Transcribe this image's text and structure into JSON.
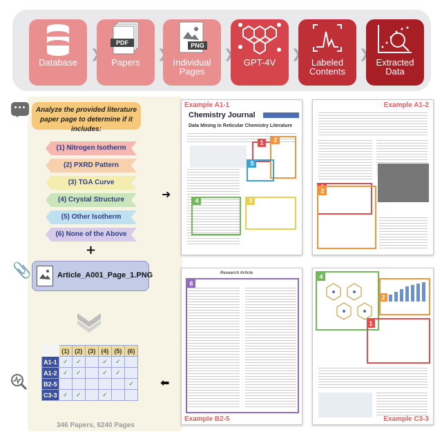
{
  "pipeline": {
    "steps": [
      {
        "label": "Database",
        "icon": "database-icon"
      },
      {
        "label": "Papers",
        "icon": "pdf-stack-icon"
      },
      {
        "label": "Individual\nPages",
        "icon": "png-page-icon"
      },
      {
        "label": "GPT-4V",
        "icon": "hexagon-network-icon"
      },
      {
        "label": "Labeled\nContents",
        "icon": "labeled-spectrum-icon"
      },
      {
        "label": "Extracted\nData",
        "icon": "magnify-chart-icon"
      }
    ],
    "pdf_badge": "PDF",
    "png_badge": "PNG"
  },
  "prompt": {
    "question": "Analyze the provided literature paper page to determine if it includes:",
    "options": [
      {
        "label": "(1) Nitrogen Isotherm",
        "color": "#f5b7b0"
      },
      {
        "label": "(2) PXRD Pattern",
        "color": "#f7d1ad"
      },
      {
        "label": "(3) TGA Curve",
        "color": "#f5ecb0"
      },
      {
        "label": "(4) Crystal Structure",
        "color": "#c9e5b9"
      },
      {
        "label": "(5) Other Isotherm",
        "color": "#bfe0ee"
      },
      {
        "label": "(6) None of the Above",
        "color": "#d6ccea"
      }
    ],
    "plus": "+",
    "file_name": "Article_A001_Page_1.PNG"
  },
  "results": {
    "columns": [
      "(1)",
      "(2)",
      "(3)",
      "(4)",
      "(5)",
      "(6)"
    ],
    "rows": [
      {
        "label": "A1-1",
        "checks": [
          true,
          true,
          false,
          true,
          true,
          false
        ]
      },
      {
        "label": "A1-2",
        "checks": [
          true,
          true,
          false,
          true,
          true,
          false
        ]
      },
      {
        "label": "B2-5",
        "checks": [
          false,
          false,
          false,
          false,
          false,
          true
        ]
      },
      {
        "label": "C3-3",
        "checks": [
          true,
          true,
          false,
          true,
          false,
          false
        ]
      }
    ],
    "check_mark": "✓",
    "summary": "346 Papers, 6240 Pages"
  },
  "examples": {
    "a11": {
      "label": "Example A1-1",
      "journal": "Chemistry Journal",
      "article_title": "Data Mining in Reticular Chemistry Literature",
      "markers": [
        "1",
        "2",
        "3",
        "4",
        "5"
      ]
    },
    "a12": {
      "label": "Example A1-2",
      "markers": [
        "1",
        "2"
      ]
    },
    "b25": {
      "label": "Example B2-5",
      "header": "Research Article",
      "markers": [
        "6"
      ]
    },
    "c33": {
      "label": "Example C3-3",
      "markers": [
        "1",
        "2",
        "4"
      ]
    }
  },
  "colors": {
    "nitrogen": "#e24c4c",
    "pxrd": "#f0953b",
    "tga": "#e8d04a",
    "crystal": "#70b85a",
    "other": "#3aa3d6",
    "none": "#8e6cc0"
  }
}
